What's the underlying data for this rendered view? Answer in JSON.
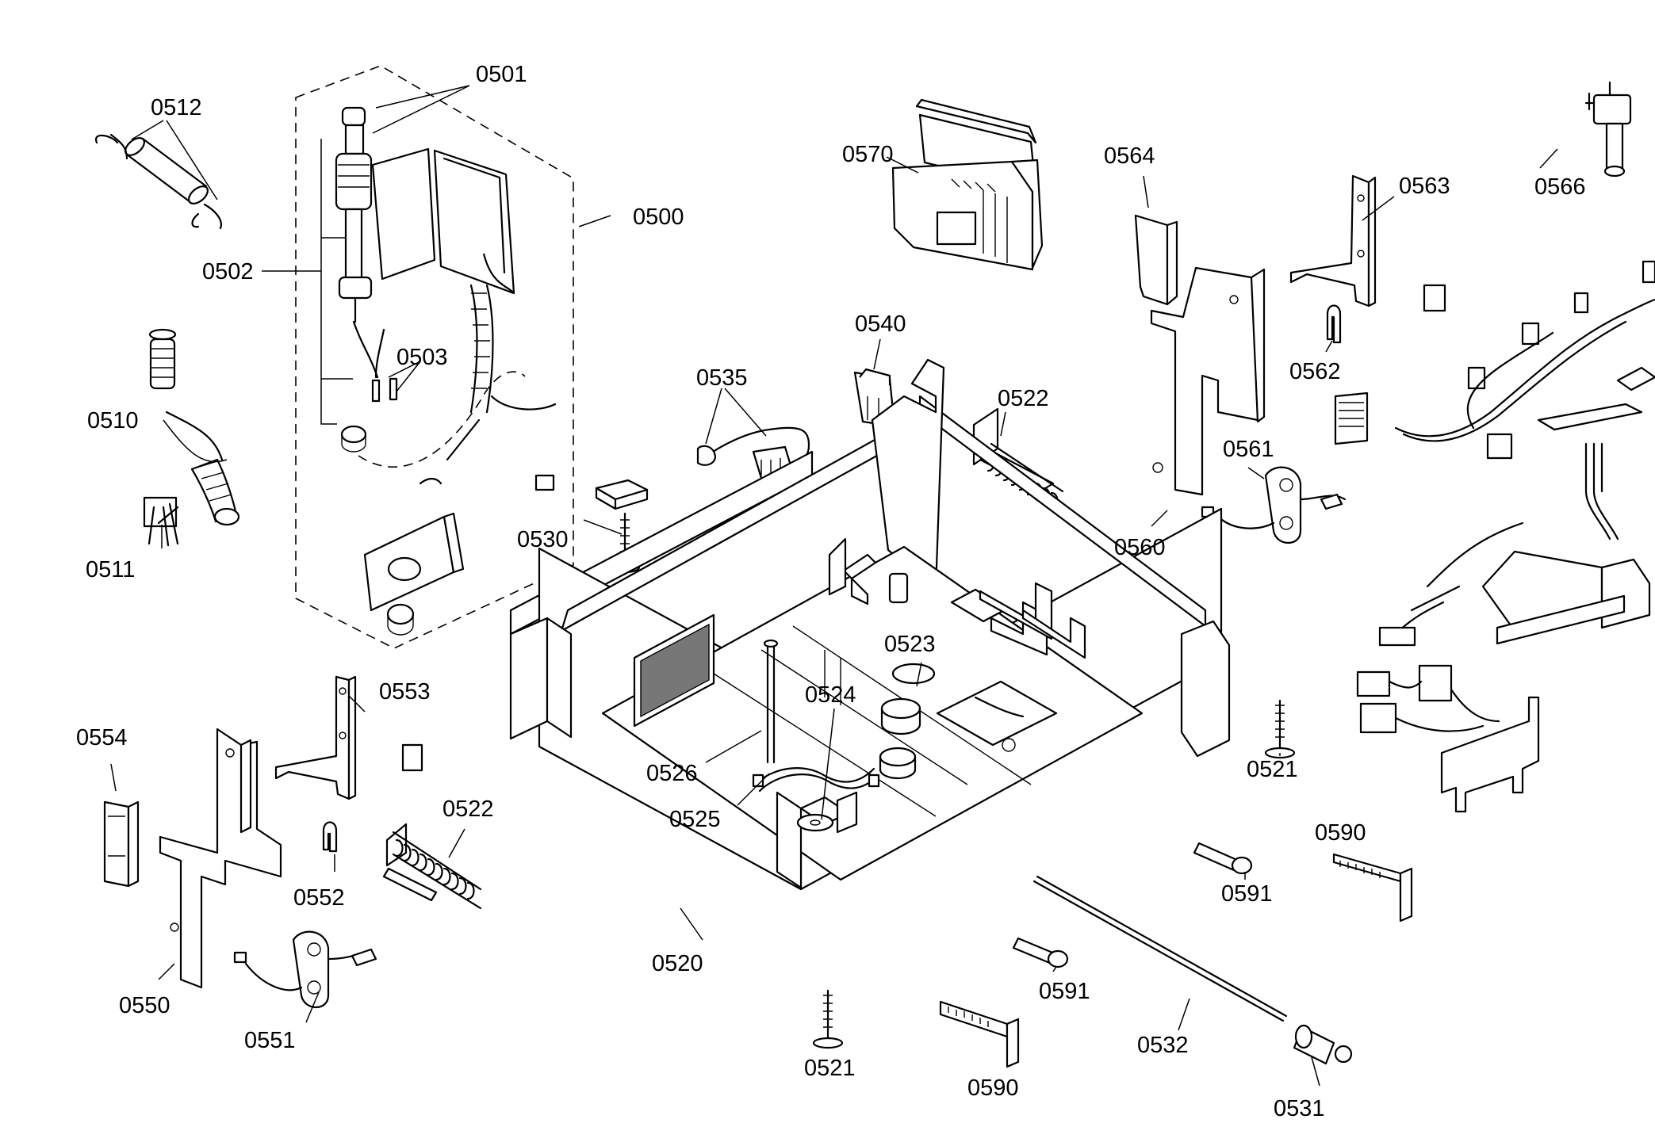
{
  "labels": {
    "p0501": "0501",
    "p0512": "0512",
    "p0500": "0500",
    "p0502": "0502",
    "p0503": "0503",
    "p0510": "0510",
    "p0511": "0511",
    "p0570": "0570",
    "p0564": "0564",
    "p0563": "0563",
    "p0566": "0566",
    "p0562": "0562",
    "p0540": "0540",
    "p0535": "0535",
    "p0522a": "0522",
    "p0561": "0561",
    "p0560": "0560",
    "p0530": "0530",
    "p0523": "0523",
    "p0553": "0553",
    "p0524": "0524",
    "p0554": "0554",
    "p0526": "0526",
    "p0522b": "0522",
    "p0525": "0525",
    "p0521a": "0521",
    "p0590a": "0590",
    "p0552": "0552",
    "p0591a": "0591",
    "p0550": "0550",
    "p0520": "0520",
    "p0591b": "0591",
    "p0551": "0551",
    "p0532": "0532",
    "p0521b": "0521",
    "p0590b": "0590",
    "p0531": "0531"
  }
}
